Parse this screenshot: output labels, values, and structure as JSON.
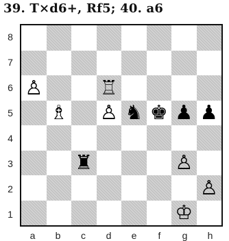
{
  "title": "39. T×d6+, Rf5; 40. a6",
  "ranks": [
    "8",
    "7",
    "6",
    "5",
    "4",
    "3",
    "2",
    "1"
  ],
  "files": [
    "a",
    "b",
    "c",
    "d",
    "e",
    "f",
    "g",
    "h"
  ],
  "colors": {
    "dark_square": "#d2d2d2",
    "light_square": "#ffffff",
    "border": "#111111"
  },
  "pieces": {
    "a6": {
      "glyph": "♙",
      "name": "white-pawn-icon"
    },
    "d6": {
      "glyph": "♖",
      "name": "white-rook-icon"
    },
    "b5": {
      "glyph": "♗",
      "name": "white-bishop-icon"
    },
    "d5": {
      "glyph": "♙",
      "name": "white-pawn-icon"
    },
    "e5": {
      "glyph": "♞",
      "name": "black-knight-icon"
    },
    "f5": {
      "glyph": "♚",
      "name": "black-king-icon"
    },
    "g5": {
      "glyph": "♟",
      "name": "black-pawn-icon"
    },
    "h5": {
      "glyph": "♟",
      "name": "black-pawn-icon"
    },
    "c3": {
      "glyph": "♜",
      "name": "black-rook-icon"
    },
    "g3": {
      "glyph": "♙",
      "name": "white-pawn-icon"
    },
    "h2": {
      "glyph": "♙",
      "name": "white-pawn-icon"
    },
    "g1": {
      "glyph": "♔",
      "name": "white-king-icon"
    }
  }
}
